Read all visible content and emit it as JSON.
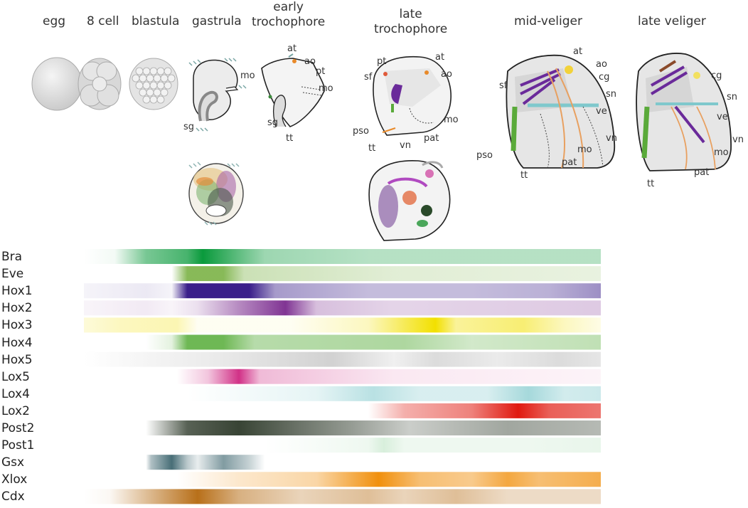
{
  "stages": [
    {
      "id": "egg",
      "lines": [
        "egg"
      ]
    },
    {
      "id": "8cell",
      "lines": [
        "8 cell"
      ]
    },
    {
      "id": "blastula",
      "lines": [
        "blastula"
      ]
    },
    {
      "id": "gastrula",
      "lines": [
        "gastrula"
      ]
    },
    {
      "id": "early_trochophore",
      "lines": [
        "early",
        "trochophore"
      ]
    },
    {
      "id": "late_trochophore",
      "lines": [
        "late",
        "trochophore"
      ]
    },
    {
      "id": "mid_veliger",
      "lines": [
        "mid-veliger"
      ]
    },
    {
      "id": "late_veliger",
      "lines": [
        "late veliger"
      ]
    }
  ],
  "annotations": {
    "gastrula": [
      "mo",
      "sg"
    ],
    "early_trochophore": [
      "at",
      "ao",
      "pt",
      "mo",
      "sg",
      "tt"
    ],
    "late_trochophore": [
      "pt",
      "at",
      "sf",
      "ao",
      "mo",
      "pso",
      "vn",
      "pat",
      "tt"
    ],
    "mid_veliger": [
      "at",
      "ao",
      "cg",
      "sf",
      "sn",
      "ve",
      "vn",
      "pso",
      "mo",
      "pat",
      "tt"
    ],
    "late_veliger": [
      "cg",
      "sn",
      "ve",
      "vn",
      "mo",
      "pat",
      "tt"
    ]
  },
  "colors": {
    "Bra": "#0a9a3c",
    "Eve": "#6aa82e",
    "Hox1": "#3a1f8a",
    "Hox2": "#7a2a8e",
    "Hox3": "#f2e000",
    "Hox4": "#4aa62a",
    "Hox5": "#9a9a9a",
    "Lox5": "#cc1a7a",
    "Lox4": "#7fc8cc",
    "Lox2": "#e01a10",
    "Post2": "#2e3a2a",
    "Post1": "#8fd09a",
    "Gsx": "#1a4a55",
    "Xlox": "#f08a00",
    "Cdx": "#b8701a"
  },
  "genes": [
    {
      "name": "Bra",
      "segments": [
        [
          0.0,
          0.0
        ],
        [
          0.06,
          0.05
        ],
        [
          0.12,
          0.55
        ],
        [
          0.2,
          0.75
        ],
        [
          0.23,
          1.0
        ],
        [
          0.29,
          0.7
        ],
        [
          0.35,
          0.4
        ],
        [
          0.55,
          0.3
        ],
        [
          0.8,
          0.3
        ],
        [
          1.0,
          0.3
        ]
      ]
    },
    {
      "name": "Eve",
      "segments": [
        [
          0.0,
          0.0
        ],
        [
          0.17,
          0.0
        ],
        [
          0.2,
          0.8
        ],
        [
          0.27,
          0.8
        ],
        [
          0.31,
          0.35
        ],
        [
          0.6,
          0.2
        ],
        [
          1.0,
          0.15
        ]
      ]
    },
    {
      "name": "Hox1",
      "segments": [
        [
          0.0,
          0.05
        ],
        [
          0.12,
          0.1
        ],
        [
          0.17,
          0.05
        ],
        [
          0.2,
          1.0
        ],
        [
          0.32,
          1.0
        ],
        [
          0.37,
          0.45
        ],
        [
          0.55,
          0.3
        ],
        [
          0.75,
          0.3
        ],
        [
          0.9,
          0.35
        ],
        [
          1.0,
          0.5
        ]
      ]
    },
    {
      "name": "Hox2",
      "segments": [
        [
          0.0,
          0.05
        ],
        [
          0.12,
          0.1
        ],
        [
          0.17,
          0.05
        ],
        [
          0.22,
          0.15
        ],
        [
          0.3,
          0.55
        ],
        [
          0.39,
          0.95
        ],
        [
          0.45,
          0.3
        ],
        [
          0.6,
          0.2
        ],
        [
          1.0,
          0.25
        ]
      ]
    },
    {
      "name": "Hox3",
      "segments": [
        [
          0.0,
          0.15
        ],
        [
          0.07,
          0.25
        ],
        [
          0.18,
          0.3
        ],
        [
          0.22,
          0.05
        ],
        [
          0.4,
          0.05
        ],
        [
          0.55,
          0.25
        ],
        [
          0.68,
          1.0
        ],
        [
          0.72,
          0.4
        ],
        [
          0.85,
          0.55
        ],
        [
          0.93,
          0.25
        ],
        [
          1.0,
          0.1
        ]
      ]
    },
    {
      "name": "Hox4",
      "segments": [
        [
          0.0,
          0.0
        ],
        [
          0.12,
          0.0
        ],
        [
          0.17,
          0.15
        ],
        [
          0.2,
          0.8
        ],
        [
          0.27,
          0.8
        ],
        [
          0.33,
          0.4
        ],
        [
          0.62,
          0.45
        ],
        [
          0.75,
          0.25
        ],
        [
          1.0,
          0.35
        ]
      ]
    },
    {
      "name": "Hox5",
      "segments": [
        [
          0.0,
          0.0
        ],
        [
          0.12,
          0.1
        ],
        [
          0.25,
          0.2
        ],
        [
          0.48,
          0.45
        ],
        [
          0.6,
          0.15
        ],
        [
          0.68,
          0.35
        ],
        [
          0.8,
          0.2
        ],
        [
          0.92,
          0.35
        ],
        [
          1.0,
          0.25
        ]
      ]
    },
    {
      "name": "Lox5",
      "segments": [
        [
          0.0,
          0.0
        ],
        [
          0.18,
          0.0
        ],
        [
          0.24,
          0.25
        ],
        [
          0.3,
          0.9
        ],
        [
          0.34,
          0.3
        ],
        [
          0.6,
          0.1
        ],
        [
          1.0,
          0.05
        ]
      ]
    },
    {
      "name": "Lox4",
      "segments": [
        [
          0.0,
          0.0
        ],
        [
          0.2,
          0.0
        ],
        [
          0.45,
          0.2
        ],
        [
          0.56,
          0.55
        ],
        [
          0.65,
          0.3
        ],
        [
          0.78,
          0.3
        ],
        [
          0.86,
          0.7
        ],
        [
          0.93,
          0.35
        ],
        [
          1.0,
          0.4
        ]
      ]
    },
    {
      "name": "Lox2",
      "segments": [
        [
          0.0,
          0.0
        ],
        [
          0.55,
          0.0
        ],
        [
          0.62,
          0.35
        ],
        [
          0.75,
          0.55
        ],
        [
          0.84,
          1.0
        ],
        [
          0.9,
          0.7
        ],
        [
          1.0,
          0.6
        ]
      ]
    },
    {
      "name": "Post2",
      "segments": [
        [
          0.0,
          0.0
        ],
        [
          0.12,
          0.0
        ],
        [
          0.2,
          0.8
        ],
        [
          0.3,
          0.95
        ],
        [
          0.42,
          0.7
        ],
        [
          0.52,
          0.5
        ],
        [
          0.63,
          0.25
        ],
        [
          0.72,
          0.35
        ],
        [
          0.82,
          0.45
        ],
        [
          1.0,
          0.35
        ]
      ]
    },
    {
      "name": "Post1",
      "segments": [
        [
          0.0,
          0.0
        ],
        [
          0.35,
          0.0
        ],
        [
          0.55,
          0.15
        ],
        [
          0.58,
          0.35
        ],
        [
          0.62,
          0.15
        ],
        [
          0.85,
          0.15
        ],
        [
          1.0,
          0.2
        ]
      ]
    },
    {
      "name": "Gsx",
      "segments": [
        [
          0.0,
          0.0
        ],
        [
          0.12,
          0.0
        ],
        [
          0.13,
          0.35
        ],
        [
          0.17,
          0.8
        ],
        [
          0.2,
          0.3
        ],
        [
          0.22,
          0.1
        ],
        [
          0.27,
          0.55
        ],
        [
          0.32,
          0.25
        ],
        [
          0.35,
          0.0
        ],
        [
          1.0,
          0.0
        ]
      ]
    },
    {
      "name": "Xlox",
      "segments": [
        [
          0.0,
          0.0
        ],
        [
          0.18,
          0.0
        ],
        [
          0.3,
          0.2
        ],
        [
          0.45,
          0.35
        ],
        [
          0.57,
          0.95
        ],
        [
          0.65,
          0.55
        ],
        [
          0.75,
          0.45
        ],
        [
          0.82,
          0.75
        ],
        [
          0.88,
          0.55
        ],
        [
          1.0,
          0.7
        ]
      ]
    },
    {
      "name": "Cdx",
      "segments": [
        [
          0.0,
          0.0
        ],
        [
          0.05,
          0.05
        ],
        [
          0.12,
          0.45
        ],
        [
          0.22,
          1.0
        ],
        [
          0.3,
          0.55
        ],
        [
          0.42,
          0.3
        ],
        [
          0.55,
          0.45
        ],
        [
          0.62,
          0.3
        ],
        [
          0.72,
          0.45
        ],
        [
          0.82,
          0.25
        ],
        [
          1.0,
          0.25
        ]
      ]
    }
  ]
}
